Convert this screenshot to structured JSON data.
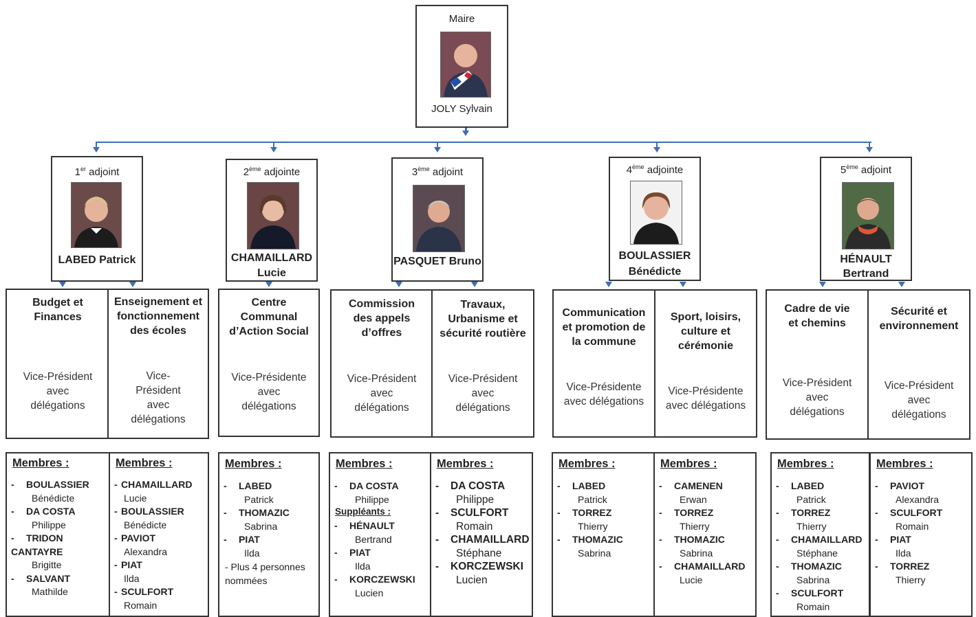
{
  "mayor": {
    "role": "Maire",
    "name": "JOLY Sylvain"
  },
  "adjoints": [
    {
      "num": "1",
      "sup": "er",
      "suffix": " adjoint",
      "name1": "LABED Patrick",
      "name2": ""
    },
    {
      "num": "2",
      "sup": "ème",
      "suffix": "  adjointe",
      "name1": "CHAMAILLARD",
      "name2": "Lucie"
    },
    {
      "num": "3",
      "sup": "ème",
      "suffix": " adjoint",
      "name1": "PASQUET Bruno",
      "name2": ""
    },
    {
      "num": "4",
      "sup": "ème",
      "suffix": " adjointe",
      "name1": "BOULASSIER",
      "name2": "Bénédicte"
    },
    {
      "num": "5",
      "sup": "ème",
      "suffix": " adjoint",
      "name1": "HÉNAULT",
      "name2": "Bertrand"
    }
  ],
  "domains": [
    {
      "title": "Budget et Finances",
      "vp": "Vice-Président avec délégations"
    },
    {
      "title": "Enseignement et fonctionnement des écoles",
      "vp": "Vice-Président avec délégations"
    },
    {
      "title": "Centre Communal d’Action Social",
      "vp": "Vice-Présidente avec délégations"
    },
    {
      "title": "Commission des appels d’offres",
      "vp": "Vice-Président avec délégations"
    },
    {
      "title": "Travaux, Urbanisme et sécurité routière",
      "vp": "Vice-Président avec délégations"
    },
    {
      "title": "Communication et promotion de la commune",
      "vp": "Vice-Présidente avec délégations"
    },
    {
      "title": "Sport, loisirs, culture et cérémonie",
      "vp": "Vice-Présidente avec délégations"
    },
    {
      "title": "Cadre de vie et chemins",
      "vp": "Vice-Président avec délégations"
    },
    {
      "title": "Sécurité et environnement",
      "vp": "Vice-Président avec délégations"
    }
  ],
  "members_label": "Membres :",
  "members": [
    {
      "items": [
        [
          "BOULASSIER",
          "Bénédicte"
        ],
        [
          "DA COSTA",
          "Philippe"
        ],
        [
          "TRIDON CANTAYRE",
          "Brigitte"
        ],
        [
          "SALVANT",
          "Mathilde"
        ]
      ]
    },
    {
      "items": [
        [
          "CHAMAILLARD",
          "Lucie"
        ],
        [
          "BOULASSIER",
          "Bénédicte"
        ],
        [
          "PAVIOT",
          "Alexandra"
        ],
        [
          "PIAT",
          "Ilda"
        ],
        [
          "SCULFORT",
          "Romain"
        ]
      ]
    },
    {
      "items": [
        [
          "LABED",
          "Patrick"
        ],
        [
          "THOMAZIC",
          "Sabrina"
        ],
        [
          "PIAT",
          "Ilda"
        ]
      ],
      "note": "- Plus 4 personnes nommées"
    },
    {
      "items": [
        [
          "DA COSTA",
          "Philippe"
        ]
      ],
      "supp_label": "Suppléants :",
      "supp": [
        [
          "HÉNAULT",
          "Bertrand"
        ],
        [
          "PIAT",
          "Ilda"
        ],
        [
          "KORCZEWSKI",
          "Lucien"
        ]
      ]
    },
    {
      "items": [
        [
          "DA COSTA",
          "Philippe"
        ],
        [
          "SCULFORT",
          "Romain"
        ],
        [
          "CHAMAILLARD",
          "Stéphane"
        ],
        [
          "KORCZEWSKI",
          "Lucien"
        ]
      ]
    },
    {
      "items": [
        [
          "LABED",
          "Patrick"
        ],
        [
          "TORREZ",
          "Thierry"
        ],
        [
          "THOMAZIC",
          "Sabrina"
        ]
      ]
    },
    {
      "items": [
        [
          "CAMENEN",
          "Erwan"
        ],
        [
          "TORREZ",
          "Thierry"
        ],
        [
          "THOMAZIC",
          "Sabrina"
        ],
        [
          "CHAMAILLARD",
          "Lucie"
        ]
      ]
    },
    {
      "items": [
        [
          "LABED",
          "Patrick"
        ],
        [
          "TORREZ",
          "Thierry"
        ],
        [
          "CHAMAILLARD",
          "Stéphane"
        ],
        [
          "THOMAZIC",
          "Sabrina"
        ],
        [
          "SCULFORT",
          "Romain"
        ]
      ]
    },
    {
      "items": [
        [
          "PAVIOT",
          "Alexandra"
        ],
        [
          "SCULFORT",
          "Romain"
        ],
        [
          "PIAT",
          "Ilda"
        ],
        [
          "TORREZ",
          "Thierry"
        ]
      ]
    }
  ]
}
